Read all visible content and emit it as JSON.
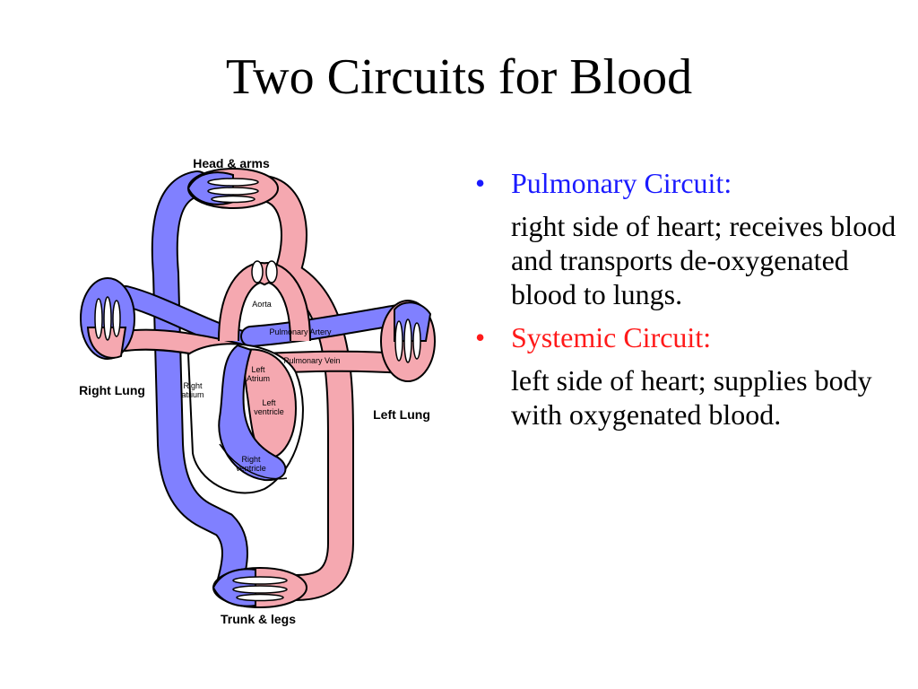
{
  "slide": {
    "title": "Two Circuits for Blood"
  },
  "diagram": {
    "labels": {
      "head_arms": "Head & arms",
      "trunk_legs": "Trunk & legs",
      "right_lung": "Right Lung",
      "left_lung": "Left Lung",
      "aorta": "Aorta",
      "pulmonary_artery": "Pulmonary Artery",
      "pulmonary_vein": "Pulmonary Vein",
      "left_atrium_1": "Left",
      "left_atrium_2": "Atrium",
      "left_ventricle_1": "Left",
      "left_ventricle_2": "ventricle",
      "right_atrium_1": "Right",
      "right_atrium_2": "atrium",
      "right_ventricle_1": "Right",
      "right_ventricle_2": "ventricle"
    },
    "colors": {
      "deoxygenated": "#8080ff",
      "oxygenated": "#f5a8b0",
      "outline": "#000000"
    }
  },
  "bullets": [
    {
      "marker": "•",
      "heading": "Pulmonary Circuit:",
      "color": "#1a1aff",
      "body": "right side of heart; receives blood and transports de-oxygenated blood to lungs."
    },
    {
      "marker": "•",
      "heading": "Systemic Circuit:",
      "color": "#ff1a1a",
      "body": "left side of heart; supplies body with oxygenated blood."
    }
  ]
}
